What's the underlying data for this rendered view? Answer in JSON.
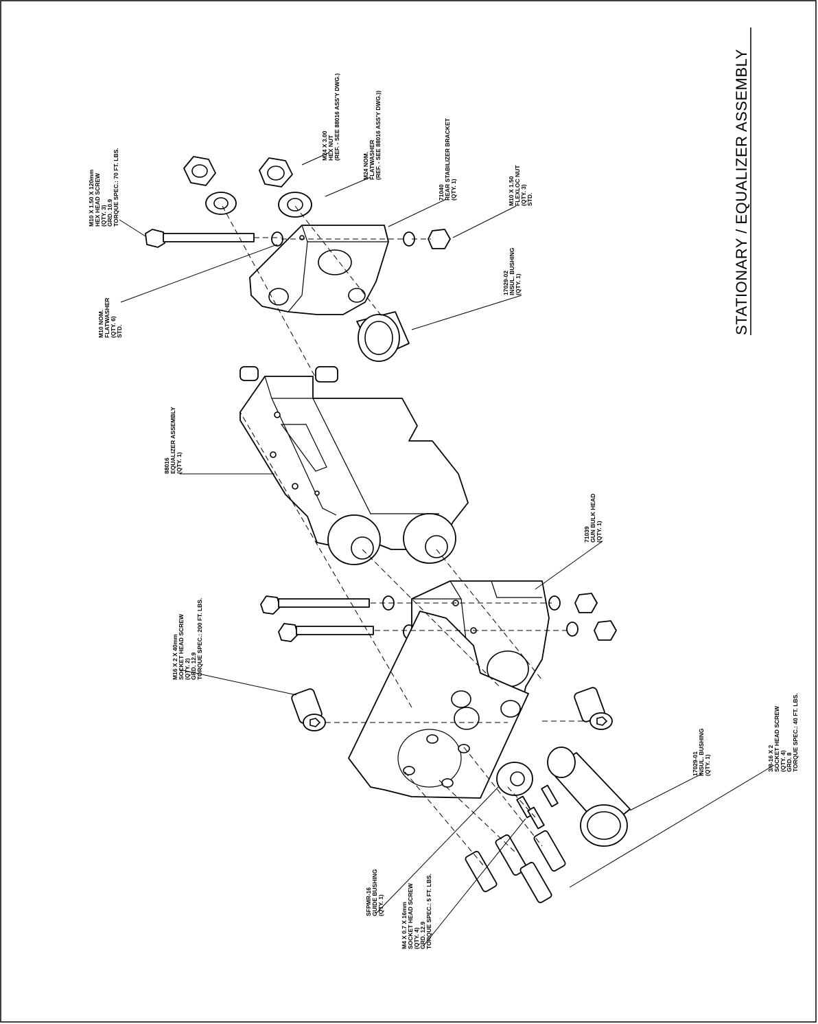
{
  "drawing": {
    "title": "STATIONARY / EQUALIZER ASSEMBLY"
  },
  "callouts": [
    {
      "id": "hex-head-screw",
      "lines": [
        "M10 X 1.50 X 120mm",
        "HEX HEAD SCREW",
        "(QTY. 3)",
        "GRD. 10.9",
        "TORQUE SPEC.: 70 FT. LBS."
      ]
    },
    {
      "id": "hex-nut",
      "lines": [
        "M24 X 3.00",
        "HEX NUT",
        "(REF. - SEE 88016 ASS'Y DWG.)"
      ]
    },
    {
      "id": "m24-flatwasher",
      "lines": [
        "M24 NOM.",
        "FLATWASHER",
        "(REF. - SEE 88016 ASS'Y DWG.))"
      ]
    },
    {
      "id": "rear-stabilizer-bracket",
      "lines": [
        "71040",
        "REAR STABILIZER BRACKET",
        "(QTY. 1)"
      ]
    },
    {
      "id": "flexloc-nut",
      "lines": [
        "M10 X 1.50",
        "FLEXLOC NUT",
        "(QTY. 3)",
        "STD."
      ]
    },
    {
      "id": "m10-flatwasher",
      "lines": [
        "M10 NOM.",
        "FLATWASHER",
        "(QTY. 6)",
        "STD."
      ]
    },
    {
      "id": "insul-bushing-02",
      "lines": [
        "17029-02",
        "INSUL. BUSHING",
        "(QTY. 1)"
      ]
    },
    {
      "id": "equalizer-assembly",
      "lines": [
        "88016",
        "EQUALIZER ASSEMBLY",
        "(QTY. 1)"
      ]
    },
    {
      "id": "gun-bulk-head",
      "lines": [
        "71039",
        "GUN BULK HEAD",
        "(QTY. 1)"
      ]
    },
    {
      "id": "socket-head-screw-m16",
      "lines": [
        "M16 X 2 X 40mm",
        "SOCKET HEAD SCREW",
        "(QTY. 2)",
        "GRD. 12.9",
        "TORQUE SPEC.: 200 FT. LBS."
      ]
    },
    {
      "id": "insul-bushing-01",
      "lines": [
        "17029-01",
        "INSUL. BUSHING",
        "(QTY. 1)"
      ]
    },
    {
      "id": "socket-head-screw-3-8",
      "lines": [
        "3/8-16 X 2",
        "SOCKET HEAD SCREW",
        "(QTY. 4)",
        "GRD. 8",
        "TORQUE SPEC.: 40 FT. LBS."
      ]
    },
    {
      "id": "guide-bushing",
      "lines": [
        "SFPMR-16",
        "GUIDE BUSHING",
        "(QTY. 1)"
      ]
    },
    {
      "id": "socket-head-screw-m4",
      "lines": [
        "M4 X 0.7 X 16mm",
        "SOCKET HEAD SCREW",
        "(QTY. 4)",
        "GRD. 12.9",
        "TORQUE SPEC.: 5 FT. LBS."
      ]
    }
  ]
}
